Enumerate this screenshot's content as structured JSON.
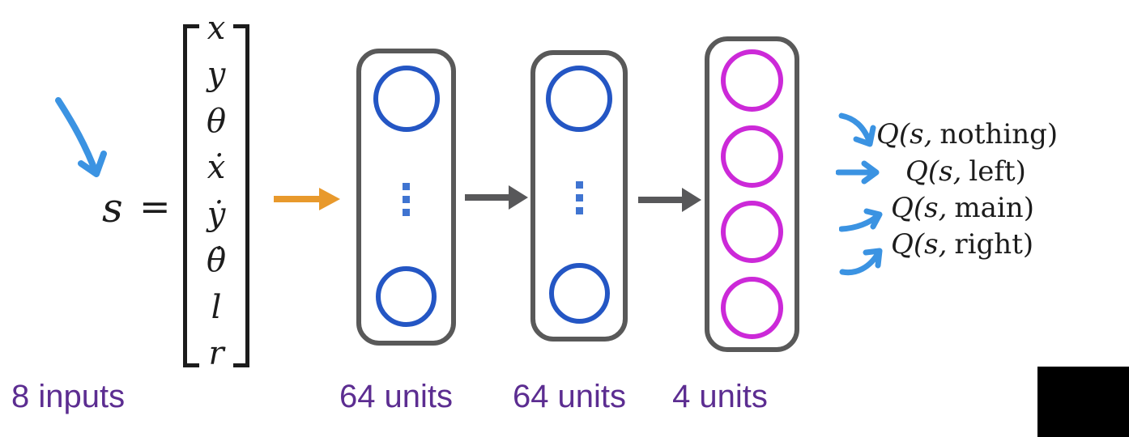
{
  "diagram": {
    "title_hint": "Deep Q-Network architecture",
    "state_symbol": "s",
    "equals_sign": "=",
    "state_vector": [
      "x",
      "y",
      "θ",
      "ẋ",
      "ẏ",
      "θ̇",
      "l",
      "r"
    ],
    "inputs_label": "8 inputs",
    "layers": [
      {
        "label": "64 units",
        "type": "hidden"
      },
      {
        "label": "64 units",
        "type": "hidden"
      },
      {
        "label": "4 units",
        "type": "output"
      }
    ],
    "outputs": [
      {
        "prefix": "Q(s,",
        "action": "nothing",
        "suffix": ")"
      },
      {
        "prefix": "Q(s,",
        "action": "left",
        "suffix": ")"
      },
      {
        "prefix": "Q(s,",
        "action": "main",
        "suffix": ")"
      },
      {
        "prefix": "Q(s,",
        "action": "right",
        "suffix": ")"
      }
    ],
    "colors": {
      "hidden_unit_color": "#2456c4",
      "ellipsis_color": "#3f74d1",
      "output_unit_color": "#cc29d8",
      "layer_border_color": "#595959",
      "input_arrow_color": "#e8992c",
      "flow_arrow_color": "#58585a",
      "annotation_arrow_color": "#3b93e2",
      "label_color": "#5c2d91",
      "math_color": "#1c1c1c"
    }
  }
}
